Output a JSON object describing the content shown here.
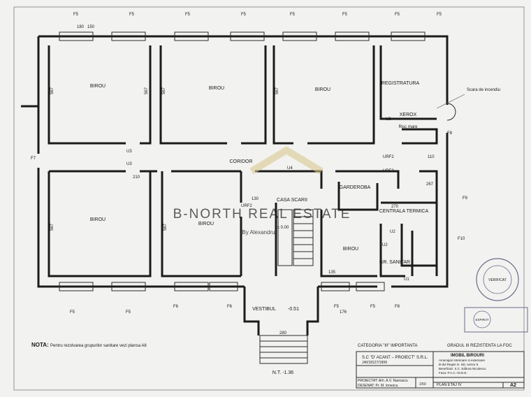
{
  "rooms": {
    "birou_nw1": "BIROU",
    "birou_nw2": "BIROU",
    "birou_nw3": "BIROU",
    "registratura": "REGISTRATURA",
    "xerox": "XEROX",
    "risc_mare": "Risc mare",
    "scara_incendiu": "Scara de incendiu",
    "coridor": "CORIDOR",
    "casa_scarii": "CASA SCARII",
    "garderoba": "GARDEROBA",
    "centrala_termica": "CENTRALA TERMICA",
    "birou_sw": "BIROU",
    "birou_s2": "BIROU",
    "birou_center": "BIROU",
    "gr_sanitar": "GR. SANITAR",
    "vestibul": "VESTIBUL",
    "vestibul_level": "-0.51",
    "level_zero": "± 0.00",
    "nt": "N.T. -1.36"
  },
  "windows_top": [
    "F5",
    "F5",
    "F5",
    "F5",
    "F5",
    "F5",
    "F5",
    "F5"
  ],
  "windows_bottom": [
    "F5",
    "F5",
    "F6",
    "F6",
    "F5",
    "F5",
    "F8"
  ],
  "window_side_labels": [
    "F7",
    "F9",
    "F10",
    "F8",
    "U1",
    "U2",
    "U2",
    "U3",
    "U3",
    "U3",
    "U4",
    "URF2",
    "URF2",
    "URF2"
  ],
  "dimensions": [
    "567",
    "567",
    "567",
    "567",
    "567",
    "567",
    "180",
    "150",
    "210",
    "270",
    "267",
    "135",
    "130",
    "110",
    "280",
    "176"
  ],
  "watermark": {
    "line1": "B-NORTH REAL ESTATE",
    "line2": "By Alexandru"
  },
  "note": {
    "label": "NOTA:",
    "text": "Pentru rezolvarea grupurilor sanitare vezi plansa A8"
  },
  "category": "CATEGORIA \"III\" IMPORTANTA",
  "fire_rating": "GRADUL III REZISTENTA LA FOC",
  "titleblock": {
    "firm": "S.C \"D' ACANT – PROIECT\" S.R.L.",
    "firm_reg": "J40/18127/1999",
    "project_title": "IMOBIL BIROURI",
    "project_line2": "Amenajari interioare si exterioare",
    "project_line3": "B-dul Regiei nr. 6D, sector 6",
    "project_line4": "Beneficiar: S.C. Editura Niculescu",
    "project_line5": "Faza: P.A.C.+D.D.E.",
    "proiectat": "PROIECTAT: Arh. A.V. Navrascu",
    "desenat": "DESENAT: Pr. M. Ionescu",
    "scale": "1/50",
    "plan": "PLAN ETAJ IV",
    "sheet": "A2"
  },
  "stamps": {
    "stamp1": "VERIFICAT",
    "stamp2": "EXPIRAT"
  }
}
